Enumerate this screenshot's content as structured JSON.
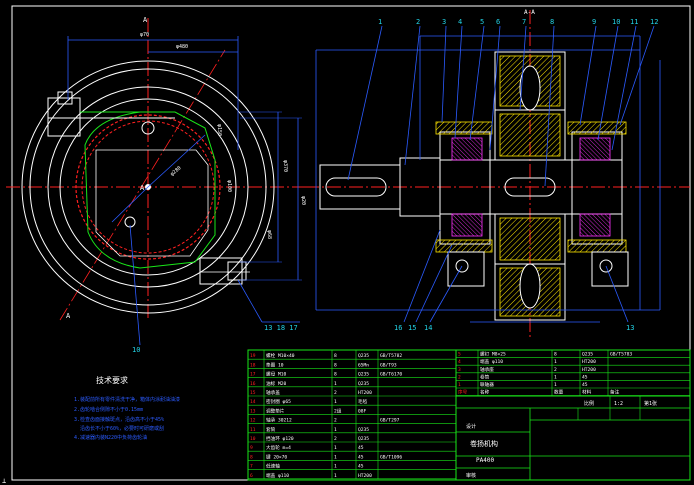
{
  "app": {
    "cursor_mark": "⊥",
    "bg": "#000000"
  },
  "colors": {
    "white": "#ffffff",
    "red": "#ff2020",
    "yellow": "#ffe600",
    "green": "#19e619",
    "blue": "#2b5bff",
    "cyan": "#22d3e6",
    "magenta": "#ff33ff"
  },
  "left_view": {
    "section_mark_a": "A",
    "section_mark_a2": "A",
    "section_mark_a3": "A",
    "dims": [
      "φ70",
      "φ480",
      "φ370",
      "φ20",
      "φ280",
      "φ150",
      "φ100",
      "φ68"
    ],
    "leaders": [
      "13 18 17",
      "10"
    ]
  },
  "right_view": {
    "section_title": "A-A",
    "part_numbers": [
      "1",
      "2",
      "3",
      "4",
      "5",
      "6",
      "7",
      "8",
      "9",
      "10",
      "11",
      "12"
    ],
    "bottom_numbers": [
      "16",
      "15",
      "14",
      "13"
    ]
  },
  "notes": {
    "title": "技术要求",
    "lines": [
      "1.装配前所有零件清洗干净，箱体内涂耐油油漆",
      "2.齿轮啮合侧隙不小于0.15mm",
      "3.检查齿面接触斑点，沿齿高不小于45%",
      "沿齿长不小于60%，必要时可研磨或刮",
      "4.减速器内装N220中负荷齿轮油"
    ]
  },
  "bom_left": {
    "rows": [
      [
        "19",
        "螺栓 M10×40",
        "8",
        "Q235",
        "GB/T5782"
      ],
      [
        "18",
        "垫圈 10",
        "8",
        "65Mn",
        "GB/T93"
      ],
      [
        "17",
        "螺母 M10",
        "8",
        "Q235",
        "GB/T6170"
      ],
      [
        "16",
        "油标 M20",
        "1",
        "Q235",
        ""
      ],
      [
        "15",
        "轴承盖",
        "2",
        "HT200",
        ""
      ],
      [
        "14",
        "密封圈 φ65",
        "1",
        "毛毡",
        ""
      ],
      [
        "13",
        "调整垫片",
        "2组",
        "08F",
        ""
      ],
      [
        "12",
        "轴承 30212",
        "2",
        "",
        "GB/T297"
      ],
      [
        "11",
        "套筒",
        "1",
        "Q235",
        ""
      ],
      [
        "10",
        "挡油环 φ120",
        "2",
        "Q235",
        ""
      ],
      [
        "9",
        "大齿轮 m=4",
        "1",
        "45",
        ""
      ],
      [
        "8",
        "键 20×70",
        "1",
        "45",
        "GB/T1096"
      ],
      [
        "7",
        "低速轴",
        "1",
        "45",
        ""
      ],
      [
        "6",
        "端盖 φ110",
        "1",
        "HT200",
        ""
      ]
    ]
  },
  "bom_right": {
    "rows": [
      [
        "5",
        "螺钉 M8×25",
        "8",
        "Q235",
        "GB/T5783"
      ],
      [
        "4",
        "端盖 φ110",
        "1",
        "HT200",
        ""
      ],
      [
        "3",
        "轴承座",
        "2",
        "HT200",
        ""
      ],
      [
        "2",
        "卷筒",
        "1",
        "45",
        ""
      ],
      [
        "1",
        "联轴器",
        "1",
        "45",
        ""
      ]
    ],
    "header": [
      "序号",
      "名称",
      "数量",
      "材料",
      "备注"
    ]
  },
  "title_block": {
    "title": "卷扬机构",
    "subtitle": "PA400",
    "scale_label": "比例",
    "scale": "1:2",
    "sheet_label": "第1张",
    "drawer": "设计",
    "checker": "审核"
  }
}
